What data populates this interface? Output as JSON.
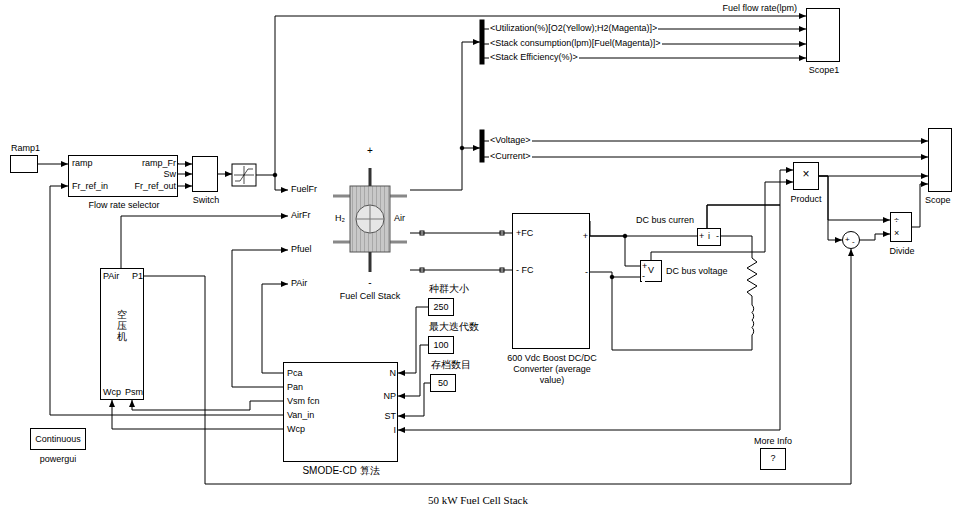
{
  "diagram": {
    "caption": "50 kW Fuel Cell Stack",
    "nodes": [
      {
        "text": [
          "Ramp1"
        ]
      },
      {
        "text": [
          "ramp",
          "Fr_ref_in",
          "ramp_Fr",
          "Sw",
          "Fr_ref_out",
          "Flow rate selector"
        ]
      },
      {
        "text": [
          "Switch"
        ]
      },
      {
        "text": [
          "+",
          "H₂",
          "Air",
          "-",
          "Fuel Cell Stack"
        ]
      },
      {
        "text": [
          "Scope1"
        ]
      },
      {
        "text": [
          "Scope"
        ]
      },
      {
        "text": [
          "PAir",
          "P1",
          "Wcp",
          "Psm",
          "空压机"
        ]
      },
      {
        "text": [
          "Pca",
          "Pan",
          "Vsm fcn",
          "Van_in",
          "Wcp",
          "N",
          "NP",
          "ST",
          "I",
          "SMODE-CD 算法"
        ]
      },
      {
        "text": [
          "种群大小",
          "250"
        ]
      },
      {
        "text": [
          "最大迭代数",
          "100"
        ]
      },
      {
        "text": [
          "存档数目",
          "50"
        ]
      },
      {
        "text": [
          "+FC",
          "- FC",
          "+",
          "-",
          "600 Vdc Boost DC/DC Converter (average value)"
        ]
      },
      {
        "text": [
          "+",
          "i",
          "-",
          "DC bus curren"
        ]
      },
      {
        "text": [
          "+",
          "V",
          "-",
          "DC bus voltage"
        ]
      },
      {
        "text": [
          "×",
          "Product"
        ]
      },
      {
        "text": [
          "÷",
          "×",
          "Divide"
        ]
      },
      {
        "text": [
          "+",
          "-"
        ]
      },
      {
        "text": [
          "Continuous",
          "powergui"
        ]
      },
      {
        "text": [
          "?",
          "More Info"
        ]
      }
    ],
    "edges": [
      {
        "from": 0,
        "to": 1,
        "arrow": "to"
      },
      {
        "from": 1,
        "to": 2,
        "arrow": "to"
      },
      {
        "from": 1,
        "to": 2,
        "arrow": "to"
      },
      {
        "from": 1,
        "to": 2,
        "arrow": "to"
      },
      {
        "from": 3,
        "to": 11,
        "arrow": "none"
      },
      {
        "from": 3,
        "to": 11,
        "arrow": "none"
      },
      {
        "from": 8,
        "to": 7,
        "arrow": "to"
      },
      {
        "from": 9,
        "to": 7,
        "arrow": "to"
      },
      {
        "from": 10,
        "to": 7,
        "arrow": "to"
      },
      {
        "from": 7,
        "to": 6,
        "arrow": "to"
      },
      {
        "from": 7,
        "to": 6,
        "arrow": "to"
      },
      {
        "from": 7,
        "to": 1,
        "arrow": "to"
      },
      {
        "from": 6,
        "to": 16,
        "arrow": "to"
      },
      {
        "from": 11,
        "to": 12,
        "arrow": "none"
      },
      {
        "from": 11,
        "to": 13,
        "arrow": "none"
      },
      {
        "from": 12,
        "to": 14,
        "arrow": "to"
      },
      {
        "from": 12,
        "to": 7,
        "arrow": "to"
      },
      {
        "from": 13,
        "to": 14,
        "arrow": "to"
      },
      {
        "from": 14,
        "to": 5,
        "arrow": "to"
      },
      {
        "from": 14,
        "to": 15,
        "arrow": "to"
      },
      {
        "from": 14,
        "to": 16,
        "arrow": "to"
      },
      {
        "from": 16,
        "to": 15,
        "arrow": "to"
      },
      {
        "from": 15,
        "to": 5,
        "arrow": "to"
      }
    ],
    "labels": [
      "Fuel flow rate(lpm)",
      "<Utilization(%)[O2(Yellow);H2(Magenta)]>",
      "<Stack consumption(lpm)[Fuel(Magenta)]>",
      "<Stack Efficiency(%)>",
      "<Voltage>",
      "<Current>",
      "FuelFr",
      "AirFr",
      "Pfuel",
      "PAir"
    ]
  }
}
